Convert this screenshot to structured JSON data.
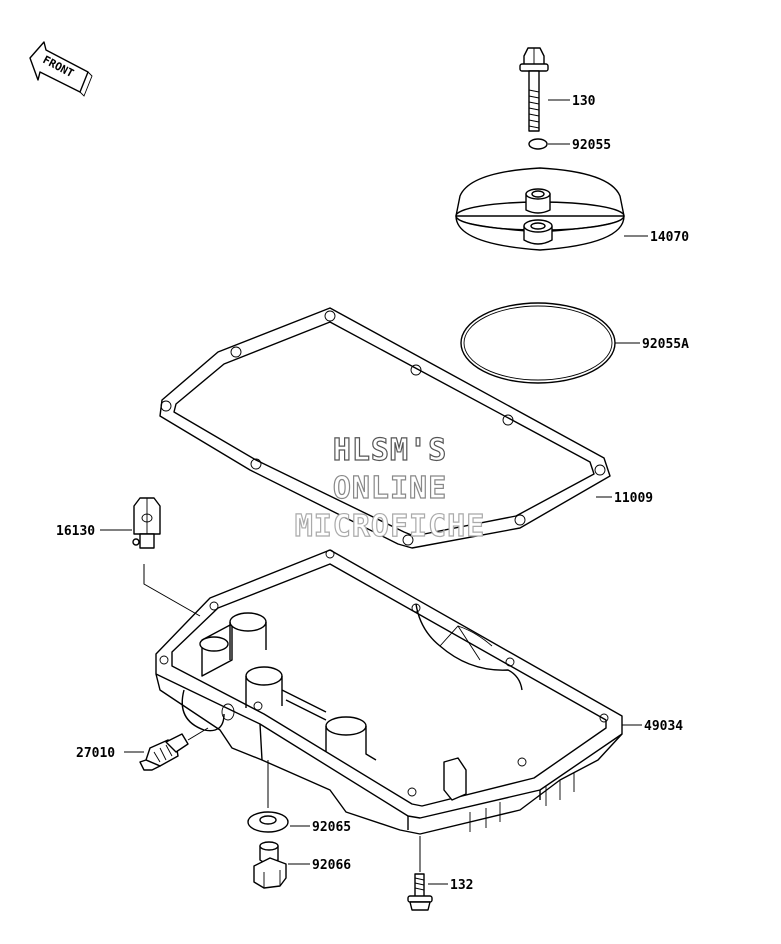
{
  "front_arrow": {
    "text": "FRONT"
  },
  "watermark": {
    "line1": "HLSM'S",
    "line2": "ONLINE",
    "line3": "MICROFICHE"
  },
  "parts": [
    {
      "number": "130"
    },
    {
      "number": "92055"
    },
    {
      "number": "14070"
    },
    {
      "number": "92055A"
    },
    {
      "number": "11009"
    },
    {
      "number": "16130"
    },
    {
      "number": "49034"
    },
    {
      "number": "27010"
    },
    {
      "number": "92065"
    },
    {
      "number": "92066"
    },
    {
      "number": "132"
    }
  ]
}
